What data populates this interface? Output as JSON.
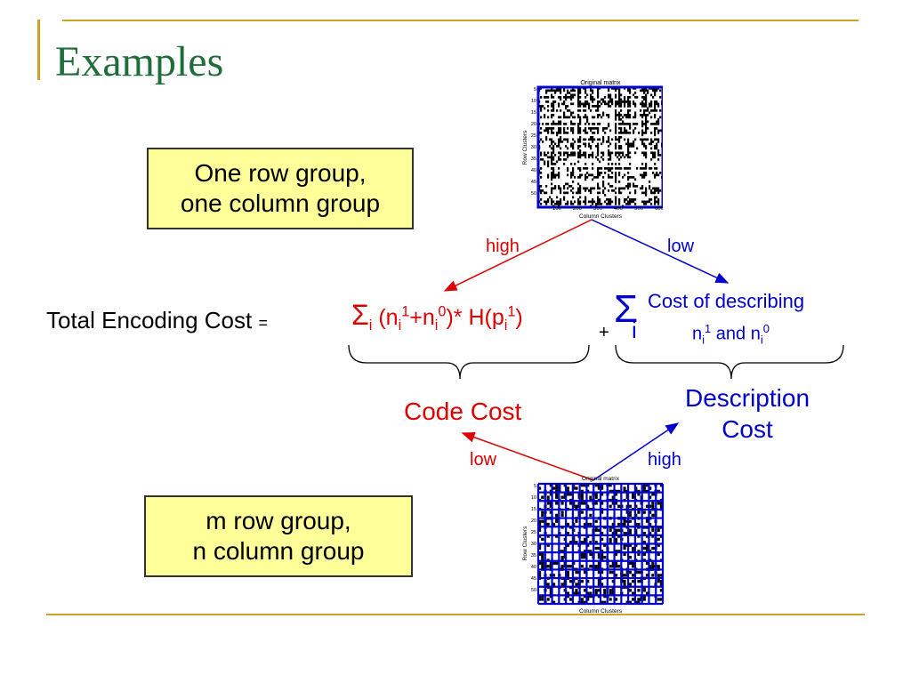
{
  "slide": {
    "title": "Examples"
  },
  "box_top": {
    "line1": "One row group,",
    "line2": "one column group"
  },
  "box_bottom": {
    "line1": "m row group,",
    "line2": "n column group"
  },
  "labels": {
    "high_top": "high",
    "low_top": "low",
    "low_bottom": "low",
    "high_bottom": "high",
    "total": "Total Encoding Cost",
    "equals": "=",
    "plus": "+",
    "code_cost": "Code Cost",
    "desc_line1": "Description",
    "desc_line2": "Cost"
  },
  "formula": {
    "sigma": "Σ",
    "i": "i",
    "open": "(n",
    "one": "1",
    "plus_n": "+n",
    "zero": "0",
    "close_star": ")* H(p",
    "close": ")",
    "desc_a": "Cost of describing",
    "desc_n": "n",
    "desc_and": " and n"
  },
  "matrix_top": {
    "title": "Original matrix",
    "xlabel": "Column Clusters",
    "ylabel": "Row Clusters",
    "xticks": [
      "100",
      "200",
      "300",
      "400",
      "500",
      "600"
    ],
    "yticks": [
      "5",
      "10",
      "15",
      "20",
      "25",
      "30",
      "35",
      "40",
      "45",
      "50"
    ]
  },
  "matrix_bottom": {
    "title": "Original matrix",
    "xlabel": "Column Clusters",
    "ylabel": "Row Clusters",
    "yticks": [
      "5",
      "10",
      "15",
      "20",
      "25",
      "30",
      "35",
      "40",
      "45",
      "50"
    ]
  },
  "colors": {
    "red": "#dd0000",
    "blue": "#0000cc",
    "box_fill": "#ffff99",
    "title": "#1f6d3a",
    "rule": "#c9a227"
  }
}
